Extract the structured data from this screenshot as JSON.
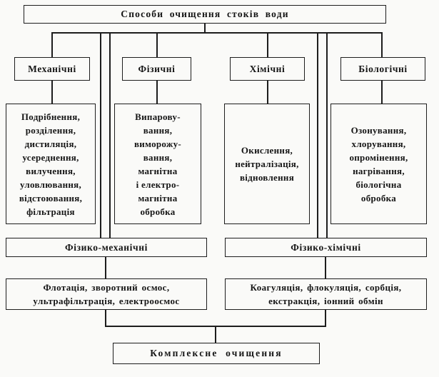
{
  "title": "Способи очищення стоків води",
  "categories": [
    {
      "label": "Механічні",
      "methods": "Подрібнення,\nрозділення,\nдистиляція,\nусереднення,\nвилучення,\nуловлювання,\nвідстоювання,\nфільтрація"
    },
    {
      "label": "Фізичні",
      "methods": "Випарову-\nвання,\nвиморожу-\nвання,\nмагнітна\nі електро-\nмагнітна\nобробка"
    },
    {
      "label": "Хімічні",
      "methods": "Окислення,\nнейтралізація,\nвідновлення"
    },
    {
      "label": "Біологічні",
      "methods": "Озонування,\nхлорування,\nопромінення,\nнагрівання,\nбіологічна\nобробка"
    }
  ],
  "combined": {
    "physico_mechanical": {
      "label": "Фізико-механічні",
      "methods": "Флотація, зворотний осмос,\nультрафільтрація, електроосмос"
    },
    "physico_chemical": {
      "label": "Фізико-хімічні",
      "methods": "Коагуляція, флокуляція, сорбція,\nекстракція, іонний обмін"
    }
  },
  "final": "Комплексне очищення",
  "colors": {
    "line": "#1d1d1d",
    "paper": "#fafaf8"
  }
}
